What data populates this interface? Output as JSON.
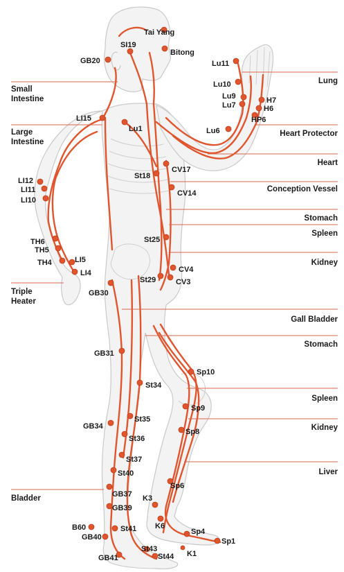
{
  "points": [
    {
      "label": "Tai Yang",
      "color": "#e0552e"
    },
    {
      "label": "SI19"
    },
    {
      "label": "Bitong"
    },
    {
      "label": "GB20"
    },
    {
      "label": "Lu11"
    },
    {
      "label": "Lu10"
    },
    {
      "label": "Lu9"
    },
    {
      "label": "Lu7"
    },
    {
      "label": "H7"
    },
    {
      "label": "H6"
    },
    {
      "label": "HP6"
    },
    {
      "label": "Lu6"
    },
    {
      "label": "LI15"
    },
    {
      "label": "Lu1"
    },
    {
      "label": "CV17"
    },
    {
      "label": "St18"
    },
    {
      "label": "CV14"
    },
    {
      "label": "LI12"
    },
    {
      "label": "LI11"
    },
    {
      "label": "LI10"
    },
    {
      "label": "TH6"
    },
    {
      "label": "TH5"
    },
    {
      "label": "TH4"
    },
    {
      "label": "LI5"
    },
    {
      "label": "LI4"
    },
    {
      "label": "St25"
    },
    {
      "label": "CV4"
    },
    {
      "label": "CV3"
    },
    {
      "label": "St29"
    },
    {
      "label": "GB30"
    },
    {
      "label": "GB31"
    },
    {
      "label": "Sp10"
    },
    {
      "label": "St34"
    },
    {
      "label": "Sp9"
    },
    {
      "label": "St35"
    },
    {
      "label": "GB34"
    },
    {
      "label": "Sp8"
    },
    {
      "label": "St36"
    },
    {
      "label": "St37"
    },
    {
      "label": "St40"
    },
    {
      "label": "Sp6"
    },
    {
      "label": "GB37"
    },
    {
      "label": "K3"
    },
    {
      "label": "GB39"
    },
    {
      "label": "K6"
    },
    {
      "label": "B60"
    },
    {
      "label": "St41"
    },
    {
      "label": "Sp4"
    },
    {
      "label": "GB40"
    },
    {
      "label": "Sp1"
    },
    {
      "label": "St43"
    },
    {
      "label": "St44"
    },
    {
      "label": "K1"
    },
    {
      "label": "GB41"
    }
  ],
  "meridians_right": [
    "Lung",
    "Heart Protector",
    "Heart",
    "Conception Vessel",
    "Stomach",
    "Spleen",
    "Kidney",
    "Gall Bladder",
    "Stomach",
    "Spleen",
    "Kidney",
    "Liver"
  ],
  "meridians_left": [
    "Small\nIntestine",
    "Large\nIntestine",
    "Triple\nHeater",
    "Bladder"
  ],
  "colors": {
    "meridian": "#e0552e",
    "body": "#f3f3f3",
    "outline": "#c9c9c9"
  }
}
